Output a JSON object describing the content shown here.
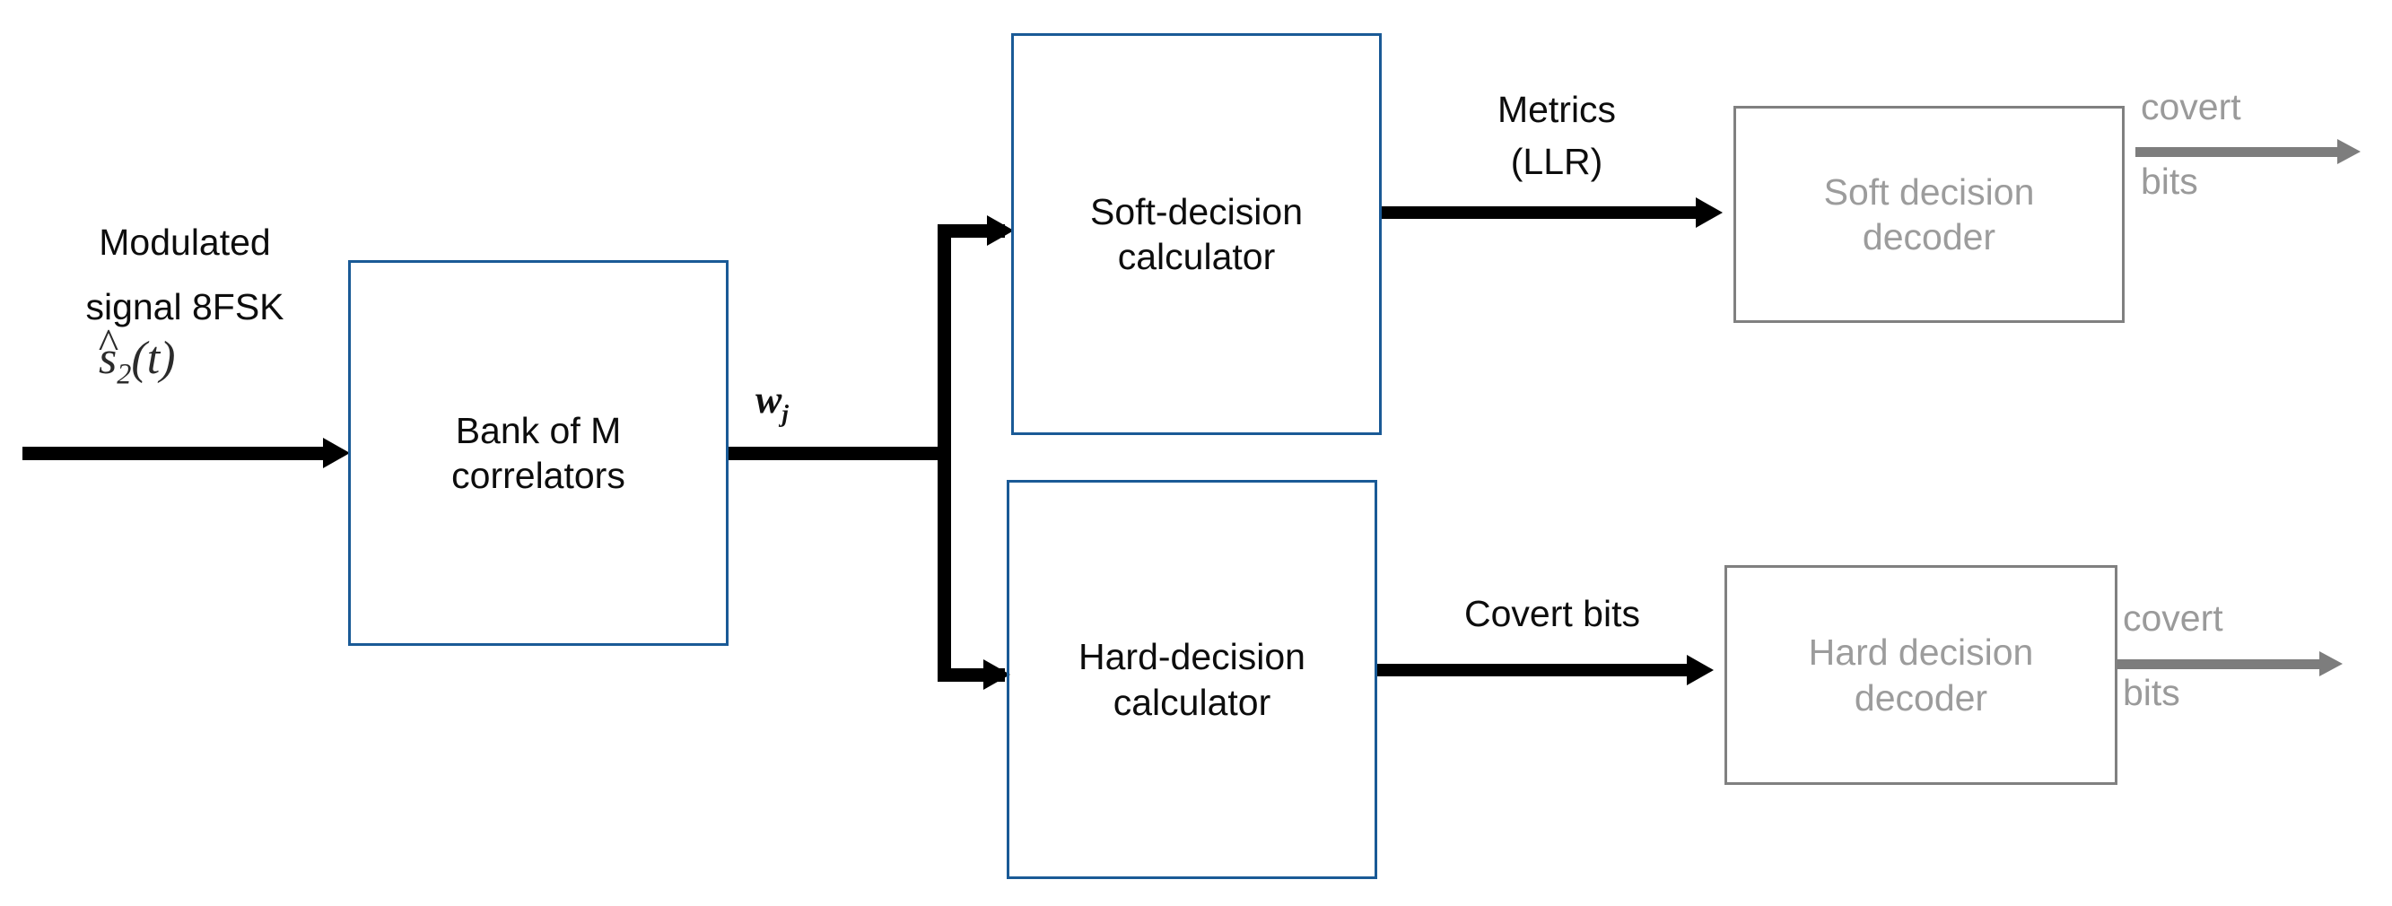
{
  "diagram": {
    "title": "8FSK covert receiver block diagram",
    "colors": {
      "box_blue": "#1A5A96",
      "box_gray": "#808080",
      "text_gray": "#9c9c9c",
      "arrow_black": "#000000",
      "arrow_gray": "#7d7d7d",
      "background": "#ffffff"
    }
  },
  "input": {
    "label_line1": "Modulated",
    "label_line2": "signal 8FSK",
    "math_symbol": "s",
    "math_hat": "^",
    "math_subscript": "2",
    "math_arg": "(t)"
  },
  "blocks": [
    {
      "id": "bank-of-correlators",
      "line1": "Bank of M",
      "line2": "correlators",
      "style": "blue"
    },
    {
      "id": "soft-decision-calculator",
      "line1": "Soft-decision",
      "line2": "calculator",
      "style": "blue"
    },
    {
      "id": "hard-decision-calculator",
      "line1": "Hard-decision",
      "line2": "calculator",
      "style": "blue"
    },
    {
      "id": "soft-decision-decoder",
      "line1": "Soft decision",
      "line2": "decoder",
      "style": "gray"
    },
    {
      "id": "hard-decision-decoder",
      "line1": "Hard decision",
      "line2": "decoder",
      "style": "gray"
    }
  ],
  "signals": {
    "correlator_output": "w",
    "correlator_output_sub": "j",
    "metrics_line1": "Metrics",
    "metrics_line2": "(LLR)",
    "covert_bits_hard": "Covert bits",
    "output_soft_line1": "covert",
    "output_soft_line2": "bits",
    "output_hard_line1": "covert",
    "output_hard_line2": "bits"
  }
}
